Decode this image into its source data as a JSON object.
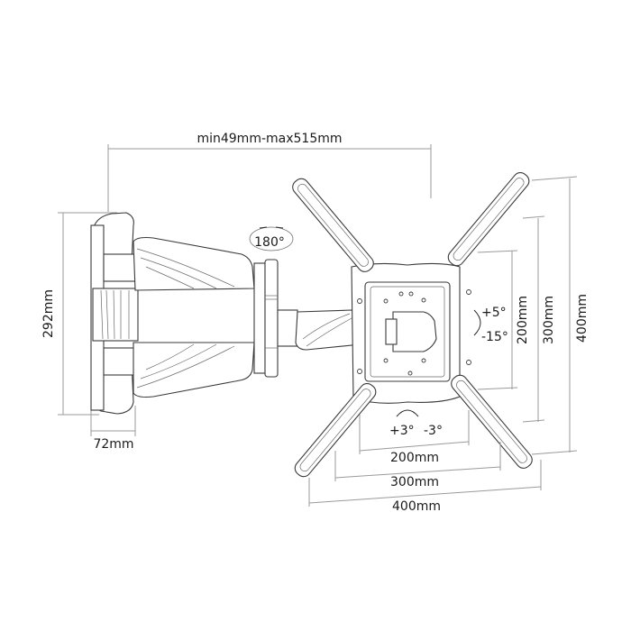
{
  "diagram": {
    "subject": "Full-motion TV wall mount dimensional drawing",
    "colors": {
      "line": "#3a3a3a",
      "dimension_line": "#9a9a9a",
      "text": "#1a1a1a",
      "background": "#ffffff"
    },
    "dimensions": {
      "extension": "min49mm-max515mm",
      "wall_plate_height": "292mm",
      "wall_plate_depth": "72mm",
      "vesa_vertical": [
        "200mm",
        "300mm",
        "400mm"
      ],
      "vesa_horizontal": [
        "200mm",
        "300mm",
        "400mm"
      ]
    },
    "rotation": {
      "swivel": "180°",
      "tilt_up": "+5°",
      "tilt_down": "-15°",
      "level_plus": "+3°",
      "level_minus": "-3°"
    }
  }
}
